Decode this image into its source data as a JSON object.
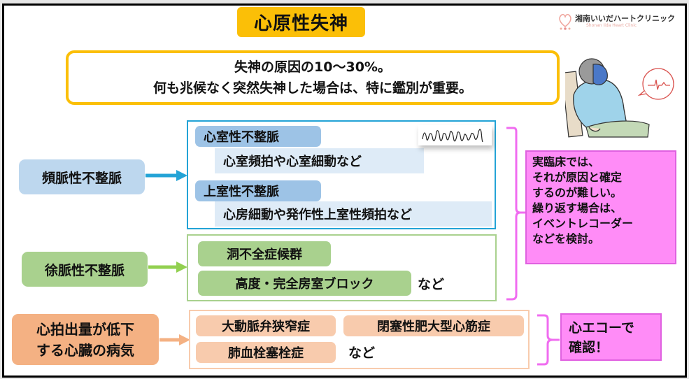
{
  "title": "心原性失神",
  "logo": {
    "name_jp": "湘南いいだハートクリニック",
    "name_en": "Shonan Iida Heart Clinic",
    "icon": "flamingo-heart-logo-icon"
  },
  "summary": {
    "line1": "失神の原因の10〜30%。",
    "line2": "何も兆候なく突然失神した場合は、特に鑑別が重要。"
  },
  "illustration": {
    "person": "fainting-person-illustration",
    "bubble": "ecg-speech-bubble-icon"
  },
  "categories": [
    {
      "label": "頻脈性不整脈",
      "color": "#bdd7ee",
      "arrow_color": "#23a3d6",
      "groups": [
        {
          "name": "心室性不整脈",
          "examples": "心室頻拍や心室細動など"
        },
        {
          "name": "上室性不整脈",
          "examples": "心房細動や発作性上室性頻拍など"
        }
      ],
      "ecg_icon": "ventricular-fibrillation-ecg-icon"
    },
    {
      "label": "徐脈性不整脈",
      "color": "#a9d18e",
      "arrow_color": "#92d050",
      "items": [
        "洞不全症候群",
        "高度・完全房室ブロック"
      ],
      "suffix": "など"
    },
    {
      "label_line1": "心拍出量が低下",
      "label_line2": "する心臓の病気",
      "color": "#f4b183",
      "arrow_color": "#f4b183",
      "items": [
        "大動脈弁狭窄症",
        "閉塞性肥大型心筋症",
        "肺血栓塞栓症"
      ],
      "suffix": "など"
    }
  ],
  "notes": {
    "arrhythmia_note": [
      "実臨床では、",
      "それが原因と確定",
      "するのが難しい。",
      "繰り返す場合は、",
      "イベントレコーダー",
      "などを検討。"
    ],
    "cardiac_note": [
      "心エコーで",
      "確認！"
    ],
    "color": "#ff8cf7"
  }
}
